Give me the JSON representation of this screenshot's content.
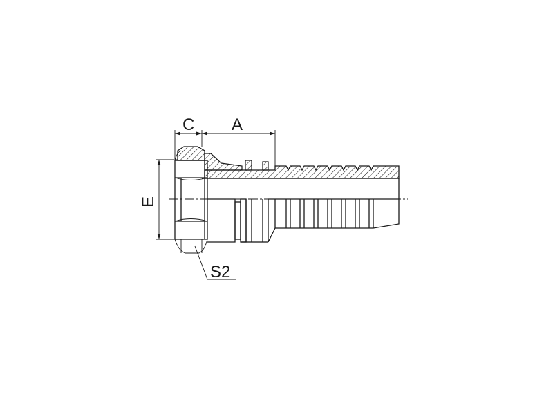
{
  "drawing": {
    "labels": {
      "c": "C",
      "a": "A",
      "e": "E",
      "s2": "S2"
    }
  }
}
